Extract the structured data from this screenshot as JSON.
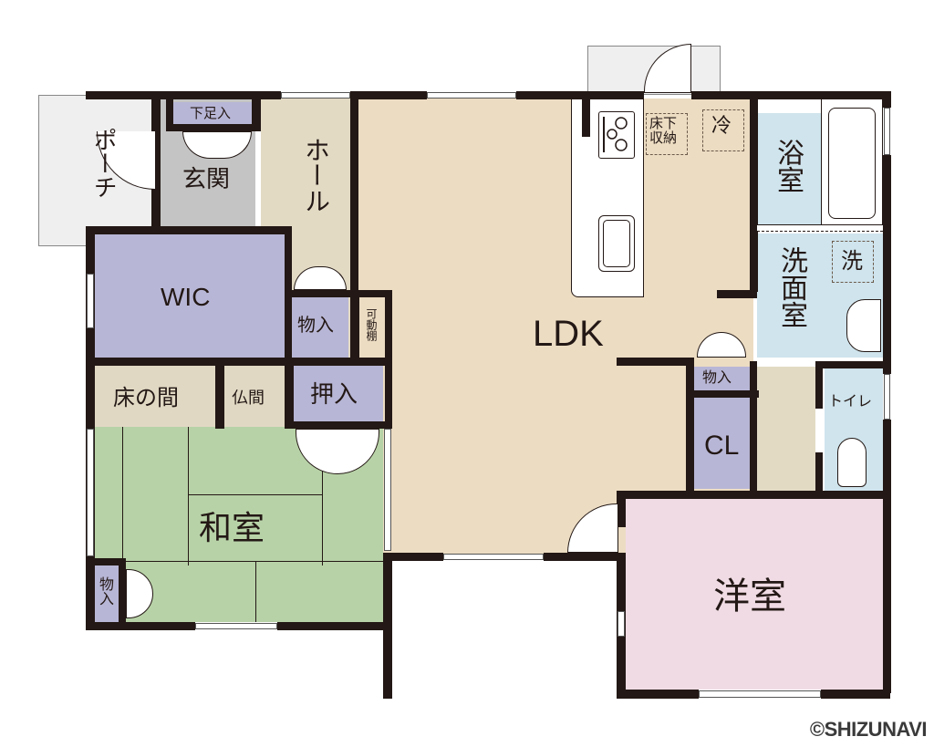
{
  "colors": {
    "wall": "#231815",
    "ldk": "#ecdcc2",
    "hall": "#e3dac4",
    "entrance": "#c4c4c4",
    "porch": "#efefef",
    "storage": "#b8b6d6",
    "washitsu": "#b7d2a7",
    "tokonoma": "#e1d8c3",
    "water": "#cfe4ed",
    "youshitsu": "#f0dbe4",
    "window": "#ffffff"
  },
  "rooms": {
    "porch": "ポーチ",
    "entrance": "玄関",
    "shoe_storage": "下足入",
    "hall": "ホール",
    "wic": "WIC",
    "storage_hall": "物入",
    "movable_shelf": "可動棚",
    "ldk": "LDK",
    "underfloor_storage": "床下収納",
    "fridge": "冷",
    "bathroom": "浴室",
    "washroom": "洗面室",
    "washer": "洗",
    "storage_ldk": "物入",
    "closet": "CL",
    "toilet": "トイレ",
    "tokonoma": "床の間",
    "butsuma": "仏間",
    "oshiire": "押入",
    "washitsu": "和室",
    "storage_washitsu": "物入",
    "youshitsu": "洋室"
  },
  "copyright": "©SHIZUNAVI"
}
